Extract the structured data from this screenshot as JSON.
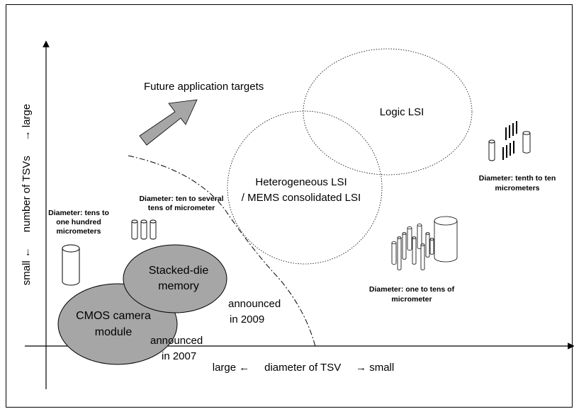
{
  "axes": {
    "x_label": "large ←     diameter of TSV     → small",
    "y_label": "small ←     number of TSVs     → large"
  },
  "regions": {
    "logic": "Logic LSI",
    "hetero_line1": "Heterogeneous LSI",
    "hetero_line2": "/ MEMS consolidated LSI",
    "stacked_line1": "Stacked-die",
    "stacked_line2": "memory",
    "cmos_line1": "CMOS camera",
    "cmos_line2": "module"
  },
  "annotations": {
    "future": "Future application targets",
    "ann2009_line1": "announced",
    "ann2009_line2": "in 2009",
    "ann2007_line1": "announced",
    "ann2007_line2": "in 2007"
  },
  "diameters": {
    "tens_line1": "Diameter: tens to",
    "tens_line2": "one hundred",
    "tens_line3": "micrometers",
    "ten_line1": "Diameter: ten to several",
    "ten_line2": "tens of micrometer",
    "one_line1": "Diameter: one to tens of",
    "one_line2": "micrometer",
    "tenth_line1": "Diameter: tenth to ten",
    "tenth_line2": "micrometers"
  },
  "colors": {
    "filled_region": "#a6a6a6",
    "arrow_fill": "#a6a6a6",
    "line": "#000000"
  }
}
